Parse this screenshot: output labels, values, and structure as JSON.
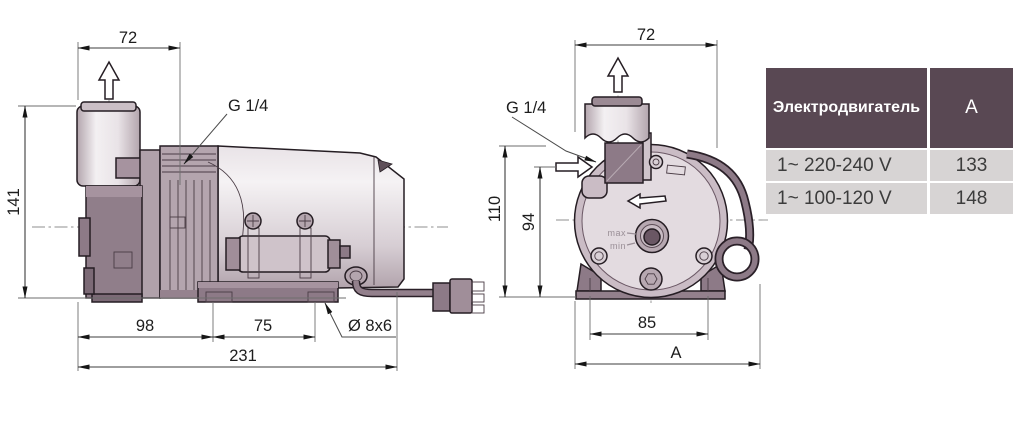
{
  "drawing": {
    "left_view": {
      "dim_outlet_width": "72",
      "dim_height": "141",
      "dim_foot_front": "98",
      "dim_foot_rear": "75",
      "dim_total_length": "231",
      "thread_label": "G 1/4",
      "slot_label": "Ø 8x6"
    },
    "right_view": {
      "dim_depth": "72",
      "dim_height": "110",
      "dim_inlet_height": "94",
      "dim_foot_span": "85",
      "dim_total_width": "A",
      "thread_label": "G 1/4",
      "level_max": "max",
      "level_min": "min"
    }
  },
  "table": {
    "header": {
      "motor": "Электродвигатель",
      "current": "A"
    },
    "rows": [
      {
        "motor": "1~ 220-240 V",
        "value": "133"
      },
      {
        "motor": "1~ 100-120 V",
        "value": "148"
      }
    ],
    "colors": {
      "header_bg": "#594853",
      "header_text": "#ffffff",
      "row_bg": "#d7d4d4",
      "row_text": "#3c3c3c"
    }
  }
}
